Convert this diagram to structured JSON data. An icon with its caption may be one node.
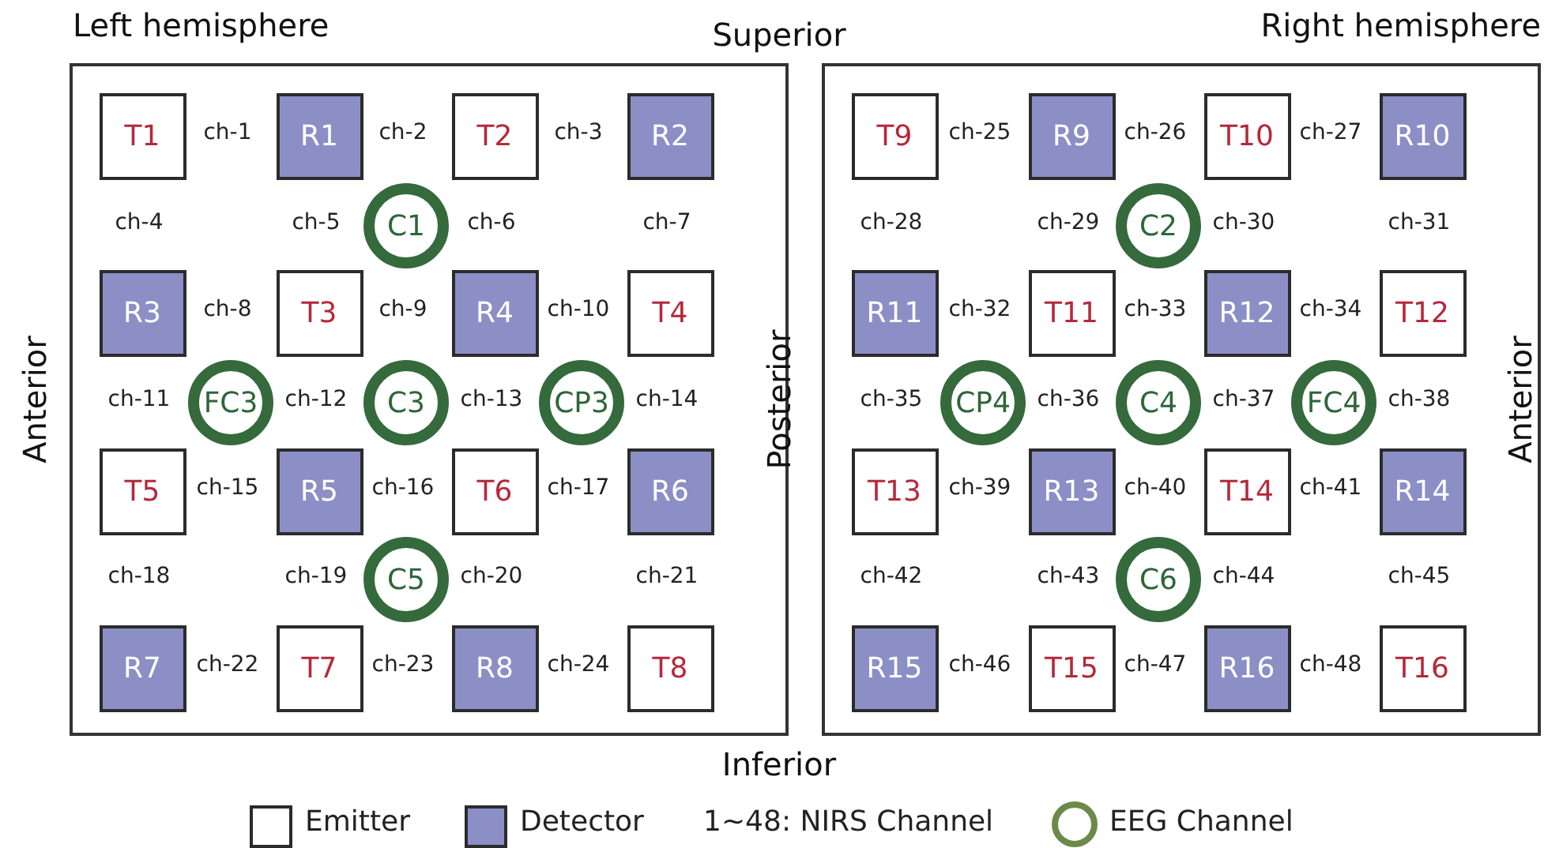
{
  "diagram": {
    "nodes": [
      {
        "text": [
          "Left hemisphere"
        ]
      },
      {
        "text": [
          "T1"
        ],
        "in": 0
      },
      {
        "text": [
          "R1"
        ],
        "in": 0
      },
      {
        "text": [
          "T2"
        ],
        "in": 0
      },
      {
        "text": [
          "R2"
        ],
        "in": 0
      },
      {
        "text": [
          "C1"
        ],
        "in": 0
      },
      {
        "text": [
          "R3"
        ],
        "in": 0
      },
      {
        "text": [
          "T3"
        ],
        "in": 0
      },
      {
        "text": [
          "R4"
        ],
        "in": 0
      },
      {
        "text": [
          "T4"
        ],
        "in": 0
      },
      {
        "text": [
          "FC3"
        ],
        "in": 0
      },
      {
        "text": [
          "C3"
        ],
        "in": 0
      },
      {
        "text": [
          "CP3"
        ],
        "in": 0
      },
      {
        "text": [
          "T5"
        ],
        "in": 0
      },
      {
        "text": [
          "R5"
        ],
        "in": 0
      },
      {
        "text": [
          "T6"
        ],
        "in": 0
      },
      {
        "text": [
          "R6"
        ],
        "in": 0
      },
      {
        "text": [
          "C5"
        ],
        "in": 0
      },
      {
        "text": [
          "R7"
        ],
        "in": 0
      },
      {
        "text": [
          "T7"
        ],
        "in": 0
      },
      {
        "text": [
          "R8"
        ],
        "in": 0
      },
      {
        "text": [
          "T8"
        ],
        "in": 0
      },
      {
        "text": [
          "Right hemisphere"
        ]
      },
      {
        "text": [
          "T9"
        ],
        "in": 22
      },
      {
        "text": [
          "R9"
        ],
        "in": 22
      },
      {
        "text": [
          "T10"
        ],
        "in": 22
      },
      {
        "text": [
          "R10"
        ],
        "in": 22
      },
      {
        "text": [
          "C2"
        ],
        "in": 22
      },
      {
        "text": [
          "R11"
        ],
        "in": 22
      },
      {
        "text": [
          "T11"
        ],
        "in": 22
      },
      {
        "text": [
          "R12"
        ],
        "in": 22
      },
      {
        "text": [
          "T12"
        ],
        "in": 22
      },
      {
        "text": [
          "CP4"
        ],
        "in": 22
      },
      {
        "text": [
          "C4"
        ],
        "in": 22
      },
      {
        "text": [
          "FC4"
        ],
        "in": 22
      },
      {
        "text": [
          "T13"
        ],
        "in": 22
      },
      {
        "text": [
          "R13"
        ],
        "in": 22
      },
      {
        "text": [
          "T14"
        ],
        "in": 22
      },
      {
        "text": [
          "R14"
        ],
        "in": 22
      },
      {
        "text": [
          "C6"
        ],
        "in": 22
      },
      {
        "text": [
          "R15"
        ],
        "in": 22
      },
      {
        "text": [
          "T15"
        ],
        "in": 22
      },
      {
        "text": [
          "R16"
        ],
        "in": 22
      },
      {
        "text": [
          "T16"
        ],
        "in": 22
      }
    ],
    "labels": [
      "Superior",
      "Anterior",
      "ch-1",
      "ch-2",
      "ch-3",
      "ch-4",
      "ch-5",
      "ch-6",
      "ch-7",
      "ch-8",
      "ch-9",
      "ch-10",
      "ch-11",
      "ch-12",
      "ch-13",
      "ch-14",
      "ch-15",
      "ch-16",
      "ch-17",
      "ch-18",
      "ch-19",
      "ch-20",
      "ch-21",
      "ch-22",
      "ch-23",
      "ch-24",
      "Posterior",
      "ch-25",
      "ch-26",
      "ch-27",
      "ch-28",
      "ch-29",
      "ch-30",
      "ch-31",
      "ch-32",
      "ch-33",
      "ch-34",
      "ch-35",
      "ch-36",
      "ch-37",
      "ch-38",
      "ch-39",
      "ch-40",
      "ch-41",
      "ch-42",
      "ch-43",
      "ch-44",
      "ch-45",
      "ch-46",
      "ch-47",
      "ch-48",
      "Anterior",
      "Inferior"
    ],
    "legend": [
      {
        "text": "Emitter",
        "color": "#ffffff"
      },
      {
        "text": "Detector",
        "color": "#8b8fc6"
      },
      {
        "text": "1~48: NIRS Channel"
      },
      {
        "text": "EEG Channel"
      }
    ]
  }
}
